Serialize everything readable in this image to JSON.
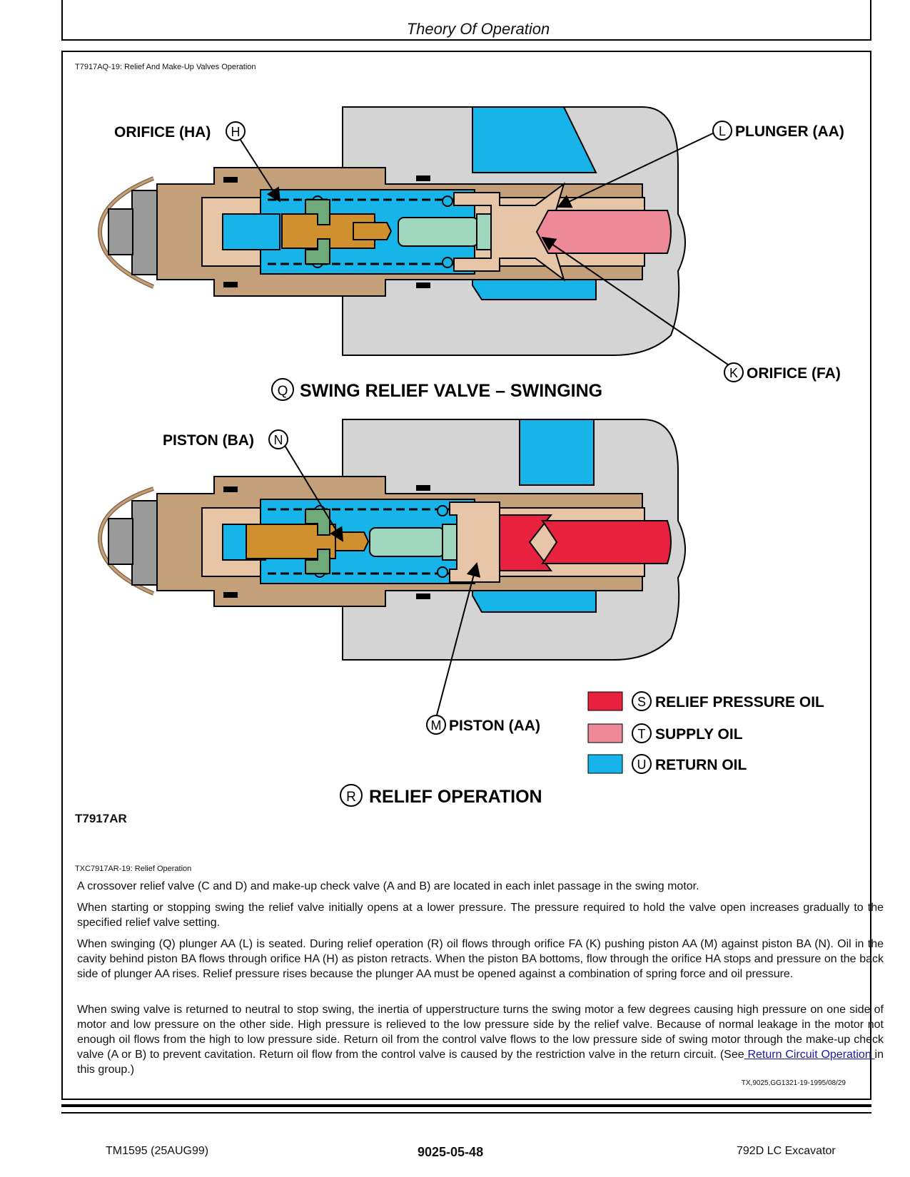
{
  "header": {
    "title": "Theory Of Operation"
  },
  "figure": {
    "caption_top": "T7917AQ-19: Relief And Make-Up Valves Operation",
    "top_title_letter": "Q",
    "top_title": "SWING RELIEF VALVE – SWINGING",
    "bottom_title_letter": "R",
    "bottom_title": "RELIEF OPERATION",
    "figure_id": "T7917AR",
    "callouts": {
      "orifice_ha": {
        "label": "ORIFICE (HA)",
        "letter": "H"
      },
      "plunger_aa": {
        "label": "PLUNGER (AA)",
        "letter": "L"
      },
      "orifice_fa": {
        "label": "ORIFICE (FA)",
        "letter": "K"
      },
      "piston_ba": {
        "label": "PISTON (BA)",
        "letter": "N"
      },
      "piston_aa": {
        "label": "PISTON (AA)",
        "letter": "M"
      }
    },
    "legend": [
      {
        "letter": "S",
        "label": "RELIEF PRESSURE OIL",
        "color": "#e8223e"
      },
      {
        "letter": "T",
        "label": "SUPPLY OIL",
        "color": "#ee8a98"
      },
      {
        "letter": "U",
        "label": "RETURN OIL",
        "color": "#16b4e8"
      }
    ],
    "colors": {
      "housing": "#d4d4d4",
      "body": "#c4a07a",
      "tan": "#e6c6a6",
      "green": "#6eaa7a",
      "mint": "#9ed6be",
      "orange": "#d0902e",
      "bolt": "#9a9a9a"
    }
  },
  "caption_bottom": "TXC7917AR-19: Relief Operation",
  "paragraphs": [
    "A crossover relief valve (C and D) and make-up check valve (A and B) are located in each inlet passage in the swing motor.",
    "When starting or stopping swing the relief valve initially opens at a lower pressure. The pressure required to hold the valve open increases gradually to the specified relief valve setting.",
    "When swinging (Q) plunger AA (L) is seated. During relief operation (R) oil flows through orifice FA (K) pushing piston AA (M) against piston BA (N). Oil in the cavity behind piston BA flows through orifice HA (H) as piston retracts. When the piston BA bottoms, flow through the orifice HA stops and pressure on the back side of plunger AA rises. Relief pressure rises because the plunger AA must be opened against a combination of spring force and oil pressure."
  ],
  "last_paragraph": {
    "text": "When swing valve is returned to neutral to stop swing, the inertia of upperstructure turns the swing motor a few degrees causing high pressure on one side of motor and low pressure on the other side. High pressure is relieved to the low pressure side by the relief valve. Because of normal leakage in the motor not enough oil flows from the high to low pressure side. Return oil from the control valve flows to the low pressure side of swing motor through the make-up check valve (A or B) to prevent cavitation. Return oil flow from the control valve is caused by the restriction valve in the return circuit. (See",
    "link": " Return Circuit Operation ",
    "tail": "in this group.)"
  },
  "reference": "TX,9025,GG1321-19-1995/08/29",
  "footer": {
    "left": "TM1595 (25AUG99)",
    "center": "9025-05-48",
    "right": "792D LC Excavator"
  }
}
